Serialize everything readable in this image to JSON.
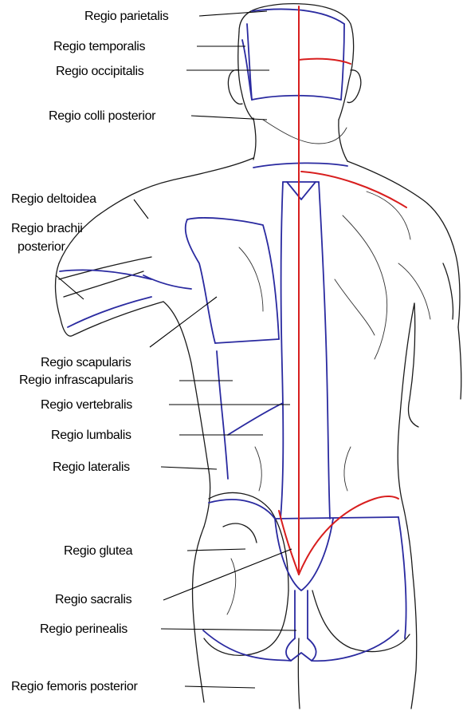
{
  "labels": {
    "parietalis": "Regio parietalis",
    "temporalis": "Regio temporalis",
    "occipitalis": "Regio occipitalis",
    "colli_posterior": "Regio colli posterior",
    "deltoidea": "Regio deltoidea",
    "brachii_posterior_line1": "Regio brachii",
    "brachii_posterior_line2": "posterior",
    "scapularis": "Regio scapularis",
    "infrascapularis": "Regio infrascapularis",
    "vertebralis": "Regio vertebralis",
    "lumbalis": "Regio lumbalis",
    "lateralis": "Regio lateralis",
    "glutea": "Regio glutea",
    "sacralis": "Regio sacralis",
    "perinealis": "Regio perinealis",
    "femoris_posterior": "Regio femoris posterior"
  },
  "colors": {
    "region_border": "#2a2aa0",
    "midline": "#d81e1e",
    "outline": "#1a1a1a"
  }
}
